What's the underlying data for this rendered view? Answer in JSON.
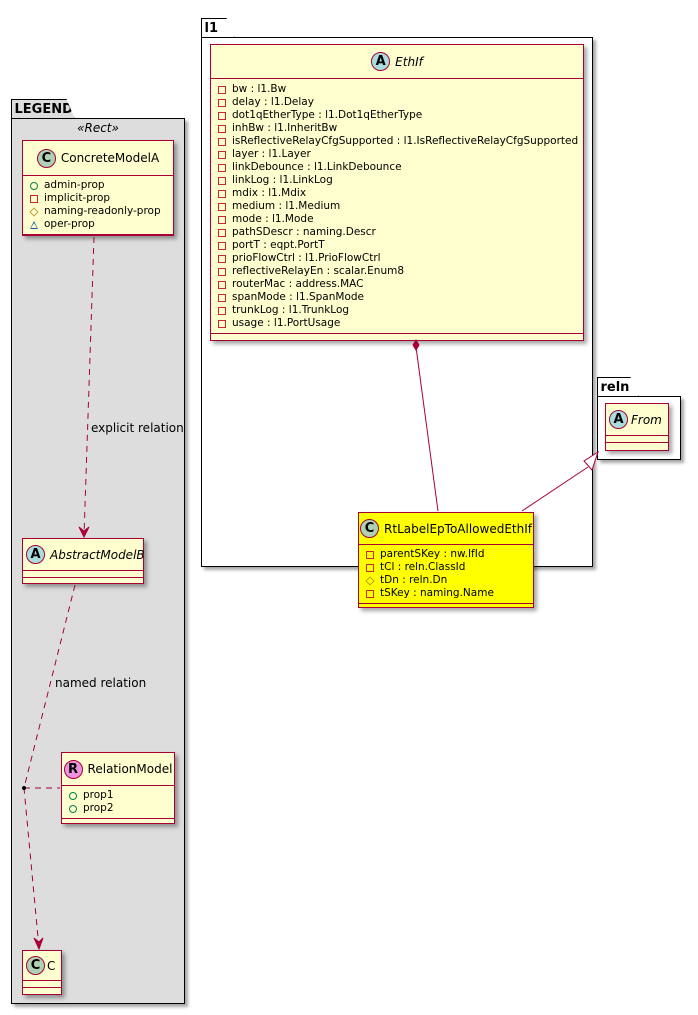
{
  "packages": {
    "legend": {
      "name": "LEGEND",
      "stereotype": "«Rect»",
      "background": "#DDDDDD"
    },
    "l1": {
      "name": "l1",
      "background": "#FFFFFF"
    },
    "reln": {
      "name": "reln",
      "background": "#FFFFFF"
    }
  },
  "colors": {
    "border": "#A80036",
    "class_bg": "#FEFECE",
    "highlight_bg": "#FFFF00",
    "class_badge": "#ADD1B2",
    "abstract_badge": "#A9DCDF",
    "relation_badge": "#EB93DF"
  },
  "classes": {
    "concrete_model_a": {
      "badge": "C",
      "name": "ConcreteModelA",
      "fields": [
        {
          "vis": "public",
          "text": "admin-prop"
        },
        {
          "vis": "private",
          "text": "implicit-prop"
        },
        {
          "vis": "protected",
          "text": "naming-readonly-prop"
        },
        {
          "vis": "package",
          "text": "oper-prop"
        }
      ]
    },
    "abstract_model_b": {
      "badge": "A",
      "name": "AbstractModelB"
    },
    "relation_model": {
      "badge": "R",
      "name": "RelationModel",
      "fields": [
        {
          "vis": "public",
          "text": "prop1"
        },
        {
          "vis": "public",
          "text": "prop2"
        }
      ]
    },
    "c": {
      "badge": "C",
      "name": "C"
    },
    "ethif": {
      "badge": "A",
      "name": "EthIf",
      "fields": [
        {
          "vis": "private",
          "text": "bw : l1.Bw"
        },
        {
          "vis": "private",
          "text": "delay : l1.Delay"
        },
        {
          "vis": "private",
          "text": "dot1qEtherType : l1.Dot1qEtherType"
        },
        {
          "vis": "private",
          "text": "inhBw : l1.InheritBw"
        },
        {
          "vis": "private",
          "text": "isReflectiveRelayCfgSupported : l1.IsReflectiveRelayCfgSupported"
        },
        {
          "vis": "private",
          "text": "layer : l1.Layer"
        },
        {
          "vis": "private",
          "text": "linkDebounce : l1.LinkDebounce"
        },
        {
          "vis": "private",
          "text": "linkLog : l1.LinkLog"
        },
        {
          "vis": "private",
          "text": "mdix : l1.Mdix"
        },
        {
          "vis": "private",
          "text": "medium : l1.Medium"
        },
        {
          "vis": "private",
          "text": "mode : l1.Mode"
        },
        {
          "vis": "private",
          "text": "pathSDescr : naming.Descr"
        },
        {
          "vis": "private",
          "text": "portT : eqpt.PortT"
        },
        {
          "vis": "private",
          "text": "prioFlowCtrl : l1.PrioFlowCtrl"
        },
        {
          "vis": "private",
          "text": "reflectiveRelayEn : scalar.Enum8"
        },
        {
          "vis": "private",
          "text": "routerMac : address.MAC"
        },
        {
          "vis": "private",
          "text": "spanMode : l1.SpanMode"
        },
        {
          "vis": "private",
          "text": "trunkLog : l1.TrunkLog"
        },
        {
          "vis": "private",
          "text": "usage : l1.PortUsage"
        }
      ]
    },
    "rt_label": {
      "badge": "C",
      "name": "RtLabelEpToAllowedEthIf",
      "fields": [
        {
          "vis": "private",
          "text": "parentSKey : nw.IfId"
        },
        {
          "vis": "private",
          "text": "tCl : reln.ClassId"
        },
        {
          "vis": "protected",
          "text": "tDn : reln.Dn"
        },
        {
          "vis": "private",
          "text": "tSKey : naming.Name"
        }
      ]
    },
    "from": {
      "badge": "A",
      "name": "From"
    }
  },
  "relations": {
    "explicit": {
      "label": "explicit relation",
      "type": "dependency"
    },
    "named": {
      "label": "named relation",
      "type": "dependency"
    },
    "composition": {
      "type": "composition"
    },
    "inheritance": {
      "type": "generalization"
    }
  }
}
